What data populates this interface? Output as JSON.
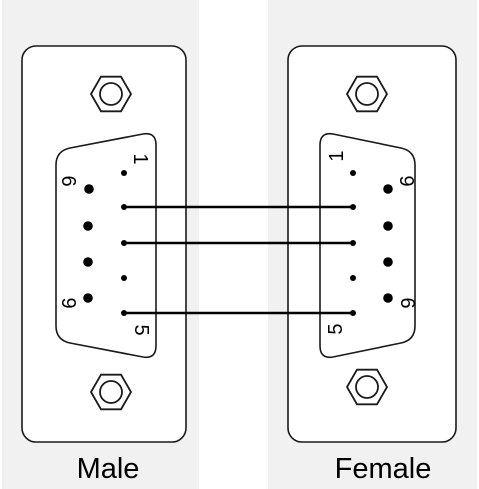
{
  "connectors": {
    "male": {
      "caption": "Male",
      "pin_labels": {
        "top": "1",
        "side_upper": "6",
        "side_lower": "9",
        "bottom": "5"
      }
    },
    "female": {
      "caption": "Female",
      "pin_labels": {
        "top": "1",
        "side_upper": "6",
        "side_lower": "9",
        "bottom": "5"
      }
    }
  },
  "colors": {
    "panel_background": "#f1f1f1",
    "outline": "#1a1a1a",
    "wire": "#000000"
  }
}
